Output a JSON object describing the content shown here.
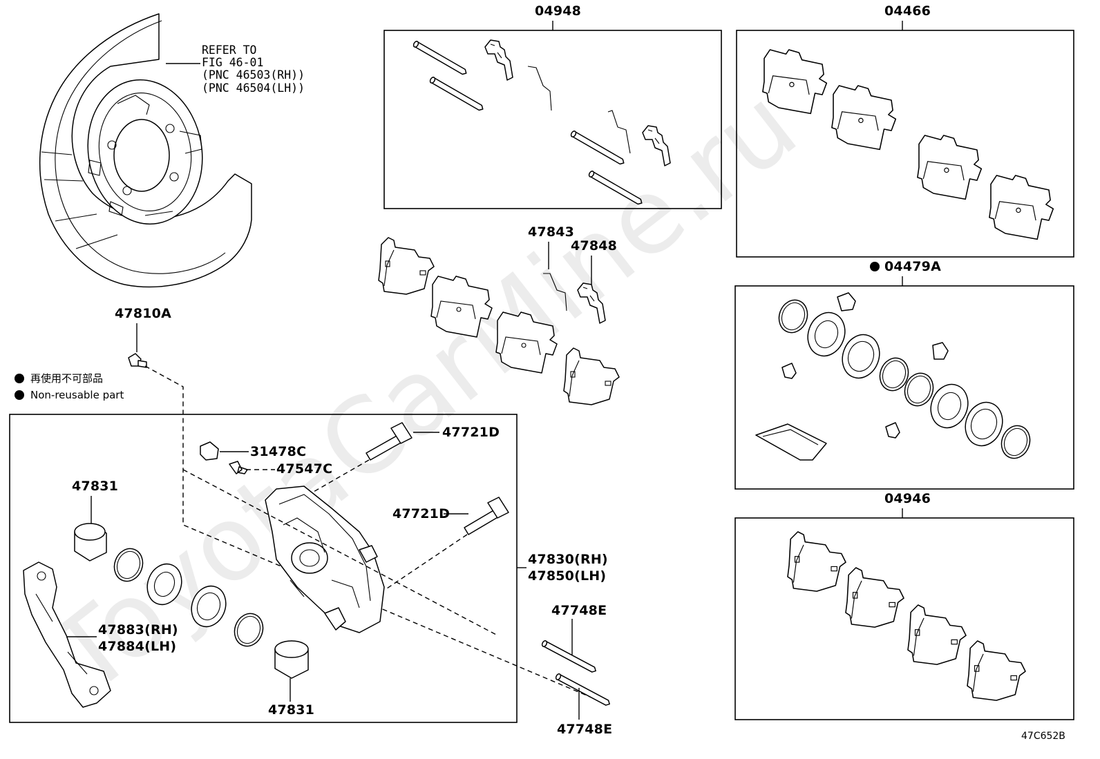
{
  "figure_id": "47C652B",
  "watermark": "ToyotaCarMine.ru",
  "legend": {
    "ja": "再使用不可部品",
    "en": "Non-reusable part"
  },
  "refer_note": [
    "REFER TO",
    "FIG 46-01",
    "(PNC 46503(RH))",
    "(PNC 46504(LH))"
  ],
  "kits": {
    "k04948": "04948",
    "k04466": "04466",
    "k04479A": "04479A",
    "k04946": "04946"
  },
  "parts": {
    "p47810A": "47810A",
    "p47843": "47843",
    "p47848": "47848",
    "p31478C": "31478C",
    "p47547C": "47547C",
    "p47721D_a": "47721D",
    "p47721D_b": "47721D",
    "p47831_a": "47831",
    "p47831_b": "47831",
    "p47830RH": "47830(RH)",
    "p47850LH": "47850(LH)",
    "p47883RH": "47883(RH)",
    "p47884LH": "47884(LH)",
    "p47748E_a": "47748E",
    "p47748E_b": "47748E"
  }
}
